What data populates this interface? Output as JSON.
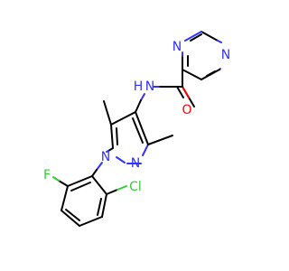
{
  "molecule": {
    "atoms": {
      "pyrazine_n1": "N",
      "pyrazine_n4": "N",
      "amide_nh": "N",
      "amide_h": "H",
      "amide_o": "O",
      "pyrazole_n1": "N",
      "pyrazole_n2": "N",
      "fluorine": "F",
      "chlorine": "Cl"
    },
    "colors": {
      "carbon_bond": "#000000",
      "nitrogen": "#3333ff",
      "oxygen": "#ff0000",
      "halogen": "#33cc33"
    }
  }
}
